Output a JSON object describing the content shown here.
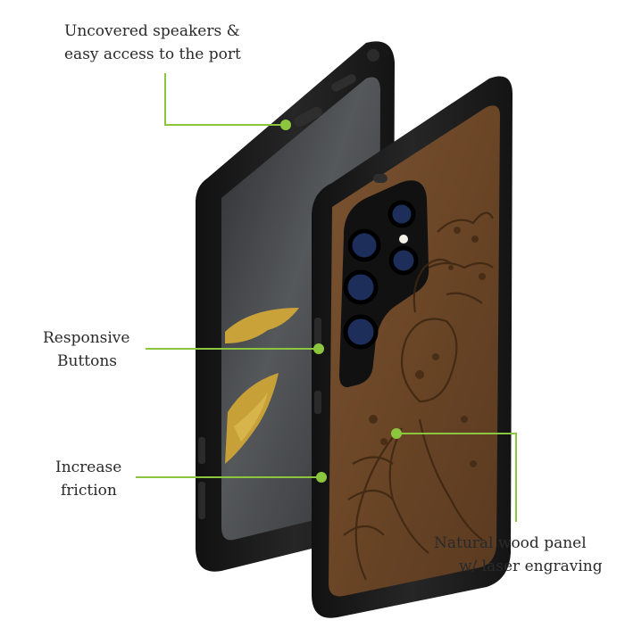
{
  "callouts": {
    "speakers": {
      "line1": "Uncovered speakers &",
      "line2": "easy access to the port"
    },
    "buttons": {
      "line1": "Responsive",
      "line2": "Buttons"
    },
    "friction": {
      "line1": "Increase",
      "line2": "friction"
    },
    "wood": {
      "line1": "Natural wood panel",
      "line2": "w/ laser engraving"
    }
  },
  "colors": {
    "accent": "#8cc63f",
    "case": "#1b1b1b",
    "wood": "#6e4a2a",
    "screen": "#3b3d3f",
    "text": "#2a2a2a"
  }
}
